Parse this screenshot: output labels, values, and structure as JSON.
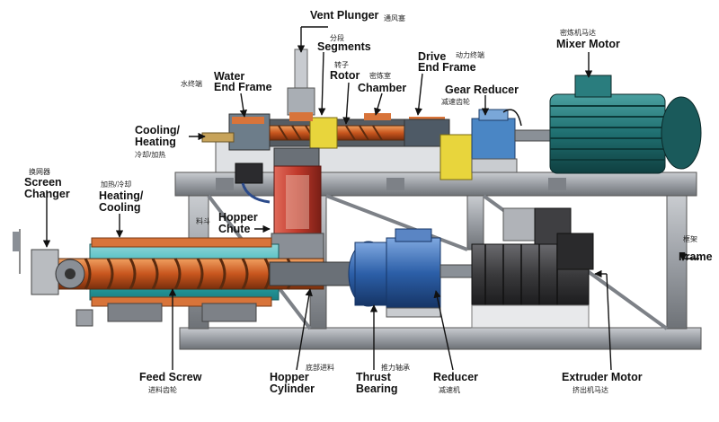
{
  "labels": {
    "vent_plunger": "Vent Plunger",
    "vent_plunger_cn": "通风塞",
    "segments": "Segments",
    "segments_cn": "分段",
    "rotor": "Rotor",
    "rotor_cn": "转子",
    "chamber": "Chamber",
    "chamber_cn": "密炼室",
    "drive_end_frame_1": "Drive",
    "drive_end_frame_2": "End Frame",
    "drive_end_frame_cn": "动力终端",
    "water_end_frame_1": "Water",
    "water_end_frame_2": "End Frame",
    "water_end_frame_cn": "水终端",
    "gear_reducer": "Gear Reducer",
    "gear_reducer_cn": "减速齿轮",
    "mixer_motor": "Mixer Motor",
    "mixer_motor_cn": "密炼机马达",
    "cooling_heating_1": "Cooling/",
    "cooling_heating_2": "Heating",
    "cooling_heating_cn": "冷却/加热",
    "screen_changer_1": "Screen",
    "screen_changer_2": "Changer",
    "screen_changer_cn": "换网器",
    "heating_cooling_1": "Heating/",
    "heating_cooling_2": "Cooling",
    "heating_cooling_cn": "加热/冷却",
    "hopper_chute_1": "Hopper",
    "hopper_chute_2": "Chute",
    "hopper_chute_cn": "料斗",
    "frame": "Frame",
    "frame_cn": "框架",
    "feed_screw": "Feed Screw",
    "feed_screw_cn": "进料齿轮",
    "hopper_cylinder_1": "Hopper",
    "hopper_cylinder_2": "Cylinder",
    "hopper_cylinder_cn": "底部进料",
    "thrust_bearing_1": "Thrust",
    "thrust_bearing_2": "Bearing",
    "thrust_bearing_cn": "推力轴承",
    "reducer": "Reducer",
    "reducer_cn": "减速机",
    "extruder_motor": "Extruder Motor",
    "extruder_motor_cn": "挤出机马达"
  },
  "colors": {
    "frame_gray": "#9a9ea4",
    "screw_orange": "#c8561e",
    "barrel_teal": "#2fb5b8",
    "heater_orange": "#d8743a",
    "reducer_blue": "#2c5fa8",
    "motor_teal": "#1f6f70",
    "gear_blue": "#4a86c5",
    "chute_red": "#c0392b",
    "drive_yellow": "#e8d53c",
    "extruder_dark": "#3a3a3c"
  }
}
